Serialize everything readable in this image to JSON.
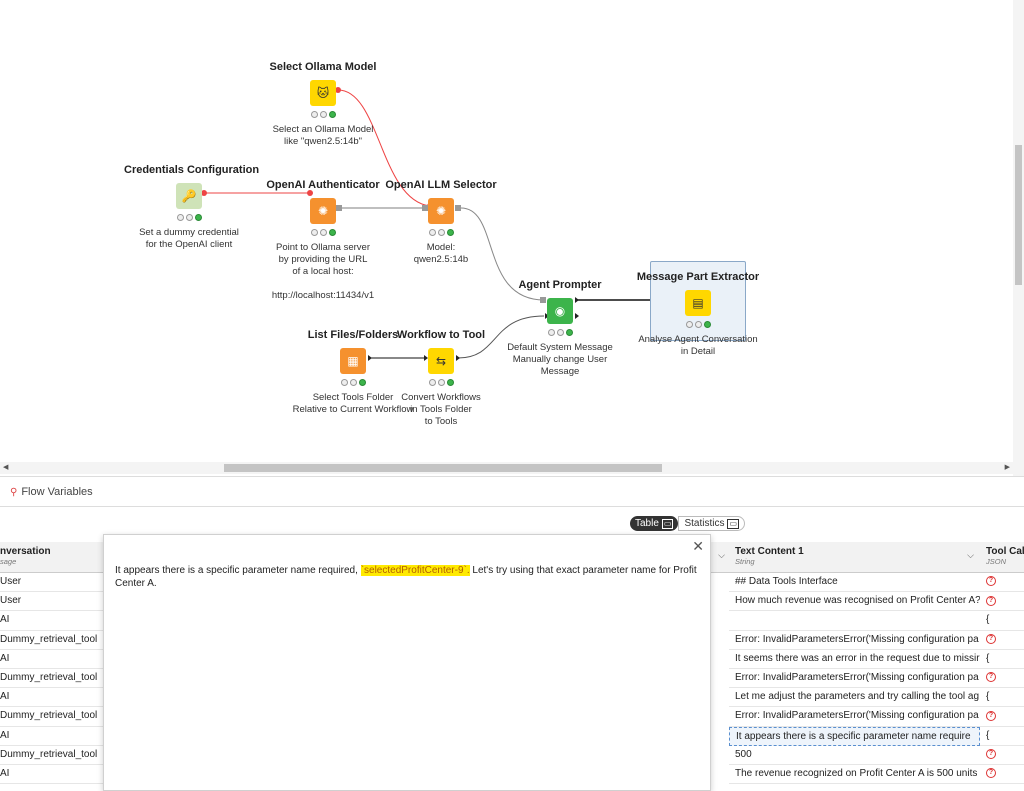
{
  "canvas": {
    "nodes": [
      {
        "id": "ollama",
        "title": "Select Ollama Model",
        "icon": "🐱",
        "icon_name": "ollama-model-icon",
        "desc": "Select an Ollama Model\nlike \"qwen2.5:14b\""
      },
      {
        "id": "creds",
        "title": "Credentials Configuration",
        "icon": "🔑",
        "icon_name": "credentials-icon",
        "desc": "Set a dummy credential\nfor the OpenAI client"
      },
      {
        "id": "auth",
        "title": "OpenAI Authenticator",
        "icon": "✺",
        "icon_name": "openai-icon",
        "desc": "Point to Ollama server\nby providing the URL\nof a local host:\n\nhttp://localhost:11434/v1"
      },
      {
        "id": "llm",
        "title": "OpenAI LLM Selector",
        "icon": "✺",
        "icon_name": "openai-icon",
        "desc": "Model:\nqwen2.5:14b"
      },
      {
        "id": "agent",
        "title": "Agent Prompter",
        "icon": "◉",
        "icon_name": "agent-icon",
        "desc": "Default System Message\nManually change User Message"
      },
      {
        "id": "extract",
        "title": "Message Part Extractor",
        "icon": "▤",
        "icon_name": "extractor-icon",
        "desc": "Analyse Agent Conversation\nin Detail"
      },
      {
        "id": "list",
        "title": "List Files/Folders",
        "icon": "▦",
        "icon_name": "list-files-icon",
        "desc": "Select Tools Folder\nRelative to Current Workflow"
      },
      {
        "id": "wf2tool",
        "title": "Workflow to Tool",
        "icon": "⇆",
        "icon_name": "workflow-tool-icon",
        "desc": "Convert Workflows\nin Tools Folder\nto Tools"
      }
    ]
  },
  "bottom": {
    "flow_variables_label": "Flow Variables",
    "toggle": {
      "table": "Table",
      "statistics": "Statistics"
    },
    "columns": [
      {
        "title": "nversation",
        "type": "sage"
      },
      {
        "title": "Text Content 1",
        "type": "String"
      },
      {
        "title": "Tool Call",
        "type": "JSON"
      }
    ],
    "rows": [
      {
        "role": "User",
        "text": "## Data Tools Interface",
        "tool": "err"
      },
      {
        "role": "User",
        "text": "How much revenue was recognised on Profit Center A?",
        "tool": "err"
      },
      {
        "role": "AI",
        "text": "",
        "tool": "{"
      },
      {
        "role": "Dummy_retrieval_tool",
        "text": "Error: InvalidParametersError('Missing configuration pa",
        "tool": "err"
      },
      {
        "role": "AI",
        "text": "It seems there was an error in the request due to missir",
        "tool": "{"
      },
      {
        "role": "Dummy_retrieval_tool",
        "text": "Error: InvalidParametersError('Missing configuration pa",
        "tool": "err"
      },
      {
        "role": "AI",
        "text": "Let me adjust the parameters and try calling the tool ag",
        "tool": "{"
      },
      {
        "role": "Dummy_retrieval_tool",
        "text": "Error: InvalidParametersError('Missing configuration pa",
        "tool": "err"
      },
      {
        "role": "AI",
        "text": "It appears there is a specific parameter name require",
        "tool": "{"
      },
      {
        "role": "Dummy_retrieval_tool",
        "text": "500",
        "tool": "err"
      },
      {
        "role": "AI",
        "text": "The revenue recognized on Profit Center A is 500 units",
        "tool": "err"
      }
    ],
    "popup": {
      "text_before": "It appears there is a specific parameter name required, ",
      "highlight": "`selectedProfitCenter-9`.",
      "text_after": " Let's try using that exact parameter name for Profit Center A."
    }
  }
}
